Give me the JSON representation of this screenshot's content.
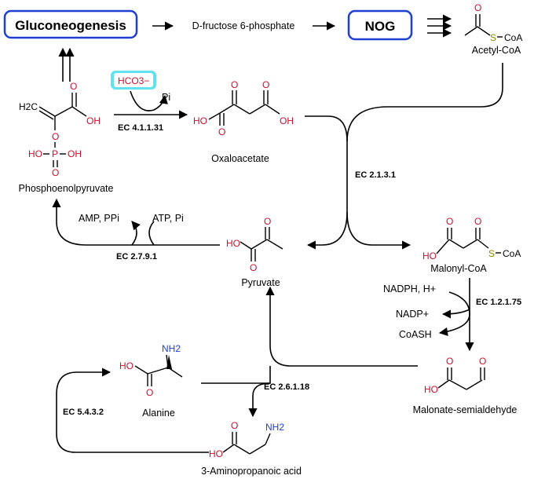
{
  "boxes": {
    "gluconeogenesis": "Gluconeogenesis",
    "nog": "NOG"
  },
  "compounds": {
    "fructose": "D-fructose 6-phosphate",
    "acetyl_coa": "Acetyl-CoA",
    "pep": "Phosphoenolpyruvate",
    "oxaloacetate": "Oxaloacetate",
    "pyruvate": "Pyruvate",
    "malonyl_coa": "Malonyl-CoA",
    "alanine": "Alanine",
    "malonate_semialdehyde": "Malonate-semialdehyde",
    "aminopropanoic": "3-Aminopropanoic acid"
  },
  "enzymes": {
    "ec_4_1_1_31": "EC 4.1.1.31",
    "ec_2_1_3_1": "EC 2.1.3.1",
    "ec_2_7_9_1": "EC 2.7.9.1",
    "ec_1_2_1_75": "EC 1.2.1.75",
    "ec_2_6_1_18": "EC 2.6.1.18",
    "ec_5_4_3_2": "EC 5.4.3.2"
  },
  "cofactors": {
    "hco3": "HCO3−",
    "pi": "Pi",
    "amp_ppi": "AMP, PPi",
    "atp_pi": "ATP, Pi",
    "nadph": "NADPH, H+",
    "nadp": "NADP+",
    "coash": "CoASH"
  },
  "atoms": {
    "oh": "OH",
    "ho": "HO",
    "o": "O",
    "p": "P",
    "s": "S",
    "coa": "CoA",
    "s_coa": "S–CoA",
    "nh2": "NH2",
    "h2c": "H2C"
  },
  "colors": {
    "oxygen": "#c8102e",
    "nitrogen": "#1f3fd0",
    "nitrogen_h": "#2e8b2e",
    "sulfur": "#8a8a00",
    "box_border": "#1f3fd0",
    "hco3_highlight": "#5fe3f0"
  }
}
